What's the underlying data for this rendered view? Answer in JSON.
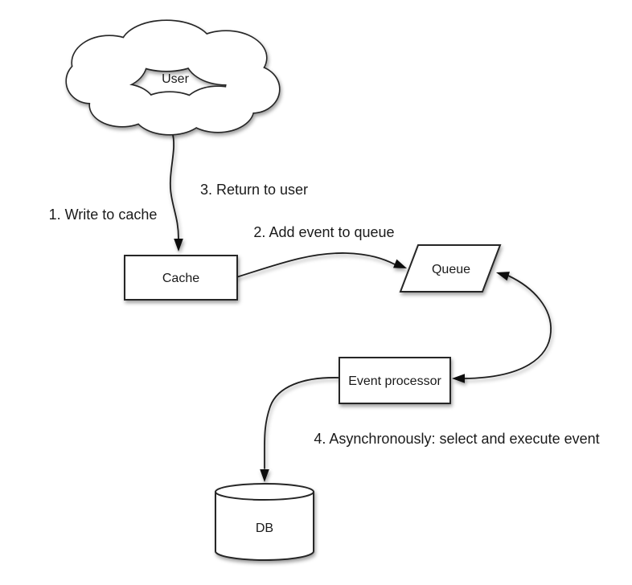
{
  "colors": {
    "background": "#ffffff",
    "shape_fill": "#ffffff",
    "stroke": "#262626",
    "text": "#1a1a1a",
    "shadow": "rgba(0,0,0,0.4)"
  },
  "nodes": {
    "user": {
      "label": "User",
      "shape": "cloud"
    },
    "cache": {
      "label": "Cache",
      "shape": "rectangle"
    },
    "queue": {
      "label": "Queue",
      "shape": "parallelogram"
    },
    "event_processor": {
      "label": "Event processor",
      "shape": "rectangle"
    },
    "db": {
      "label": "DB",
      "shape": "cylinder"
    }
  },
  "edge_labels": {
    "step1": "1. Write to cache",
    "step2": "2. Add event to queue",
    "step3": "3. Return to user",
    "step4": "4. Asynchronously: select and execute event"
  },
  "edges": [
    {
      "from": "user",
      "to": "cache",
      "labels": [
        "step1",
        "step3"
      ],
      "arrow": "to"
    },
    {
      "from": "cache",
      "to": "queue",
      "labels": [
        "step2"
      ],
      "arrow": "to"
    },
    {
      "from": "queue",
      "to": "event_processor",
      "labels": [],
      "arrow": "both"
    },
    {
      "from": "event_processor",
      "to": "db",
      "labels": [
        "step4"
      ],
      "arrow": "to"
    }
  ]
}
